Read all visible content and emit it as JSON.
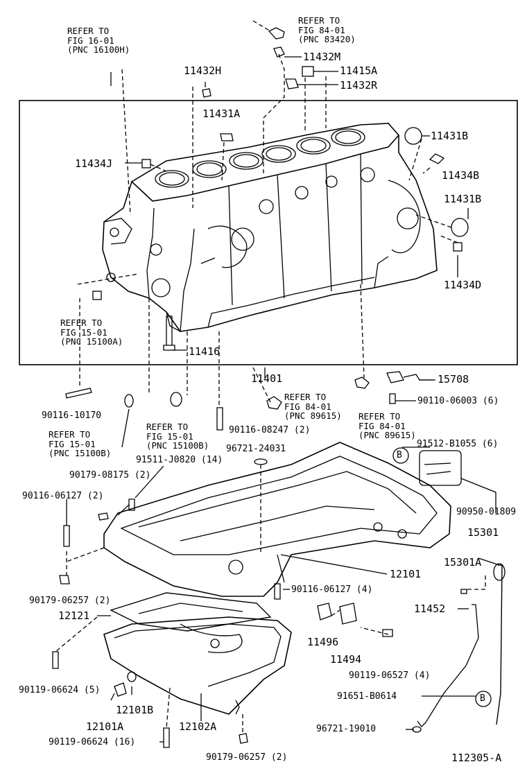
{
  "diagram_id": "112305-A",
  "callout_letter": "B",
  "refs": {
    "r1": [
      "REFER TO",
      "FIG 16-01",
      "(PNC 16100H)"
    ],
    "r2": [
      "REFER TO",
      "FIG 84-01",
      "(PNC 83420)"
    ],
    "r3": [
      "REFER TO",
      "FIG 15-01",
      "(PNC 15100A)"
    ],
    "r4": [
      "REFER TO",
      "FIG 84-01",
      "(PNC 89615)"
    ],
    "r5": [
      "REFER TO",
      "FIG 84-01",
      "(PNC 89615)"
    ],
    "r6": [
      "REFER TO",
      "FIG 15-01",
      "(PNC 15100B)"
    ],
    "r7": [
      "REFER TO",
      "FIG 15-01",
      "(PNC 15100B)"
    ]
  },
  "parts": {
    "p11432M": "11432M",
    "p11415A": "11415A",
    "p11432R": "11432R",
    "p11432H": "11432H",
    "p11431A": "11431A",
    "p11431B_top": "11431B",
    "p11434J": "11434J",
    "p11434B": "11434B",
    "p11431B_side": "11431B",
    "p11434D": "11434D",
    "p11416": "11416",
    "p11401": "11401",
    "p15708": "15708",
    "p90110": "90110-06003 (6)",
    "p90116_10170": "90116-10170",
    "p90116_08247": "90116-08247 (2)",
    "p96721_24031": "96721-24031",
    "p91512": "91512-B1055 (6)",
    "p91511": "91511-J0820 (14)",
    "p90179_08175": "90179-08175 (2)",
    "p90116_06127a": "90116-06127 (2)",
    "p90950": "90950-01809",
    "p15301": "15301",
    "p15301A": "15301A",
    "p12101": "12101",
    "p90116_06127b": "90116-06127 (4)",
    "p90179_06257a": "90179-06257 (2)",
    "p11452": "11452",
    "p12121": "12121",
    "p11496": "11496",
    "p11494": "11494",
    "p90119_06527": "90119-06527 (4)",
    "p90119_06624a": "90119-06624 (5)",
    "p91651": "91651-B0614",
    "p12101B": "12101B",
    "p12101A": "12101A",
    "p12102A": "12102A",
    "p96721_19010": "96721-19010",
    "p90119_06624b": "90119-06624 (16)",
    "p90179_06257b": "90179-06257 (2)"
  }
}
